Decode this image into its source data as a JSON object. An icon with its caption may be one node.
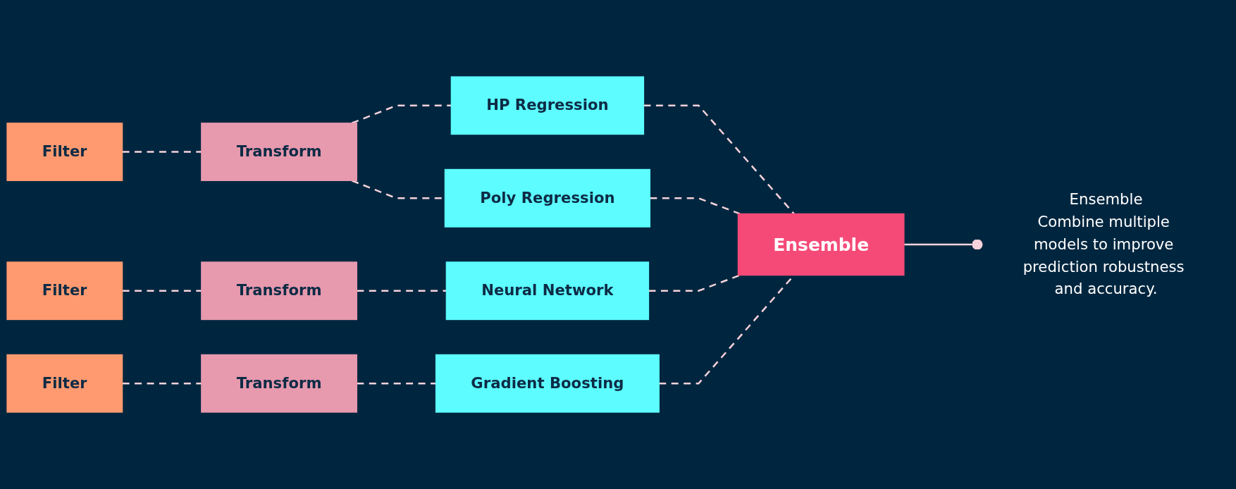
{
  "diagram": {
    "nodes": [
      {
        "text": [
          "Filter"
        ]
      },
      {
        "text": [
          "Transform"
        ]
      },
      {
        "text": [
          "HP Regression"
        ]
      },
      {
        "text": [
          "Poly Regression"
        ]
      },
      {
        "text": [
          "Ensemble"
        ]
      },
      {
        "text": [
          "Filter"
        ]
      },
      {
        "text": [
          "Transform"
        ]
      },
      {
        "text": [
          "Neural Network"
        ]
      },
      {
        "text": [
          "Filter"
        ]
      },
      {
        "text": [
          "Transform"
        ]
      },
      {
        "text": [
          "Gradient Boosting"
        ]
      },
      {
        "text": [
          "Ensemble",
          "Combine multiple models to improve prediction robustness and accuracy."
        ]
      }
    ],
    "edges": [
      {
        "from": 0,
        "to": 1,
        "arrow": "none",
        "style": "dashed"
      },
      {
        "from": 1,
        "to": 2,
        "arrow": "none",
        "style": "dashed"
      },
      {
        "from": 1,
        "to": 3,
        "arrow": "none",
        "style": "dashed"
      },
      {
        "from": 2,
        "to": 4,
        "arrow": "none",
        "style": "dashed"
      },
      {
        "from": 3,
        "to": 4,
        "arrow": "none",
        "style": "dashed"
      },
      {
        "from": 5,
        "to": 6,
        "arrow": "none",
        "style": "dashed"
      },
      {
        "from": 6,
        "to": 7,
        "arrow": "none",
        "style": "dashed"
      },
      {
        "from": 7,
        "to": 4,
        "arrow": "none",
        "style": "dashed"
      },
      {
        "from": 8,
        "to": 9,
        "arrow": "none",
        "style": "dashed"
      },
      {
        "from": 9,
        "to": 10,
        "arrow": "none",
        "style": "dashed"
      },
      {
        "from": 10,
        "to": 4,
        "arrow": "none",
        "style": "dashed"
      },
      {
        "from": 4,
        "to": 11,
        "arrow": "other"
      }
    ]
  }
}
